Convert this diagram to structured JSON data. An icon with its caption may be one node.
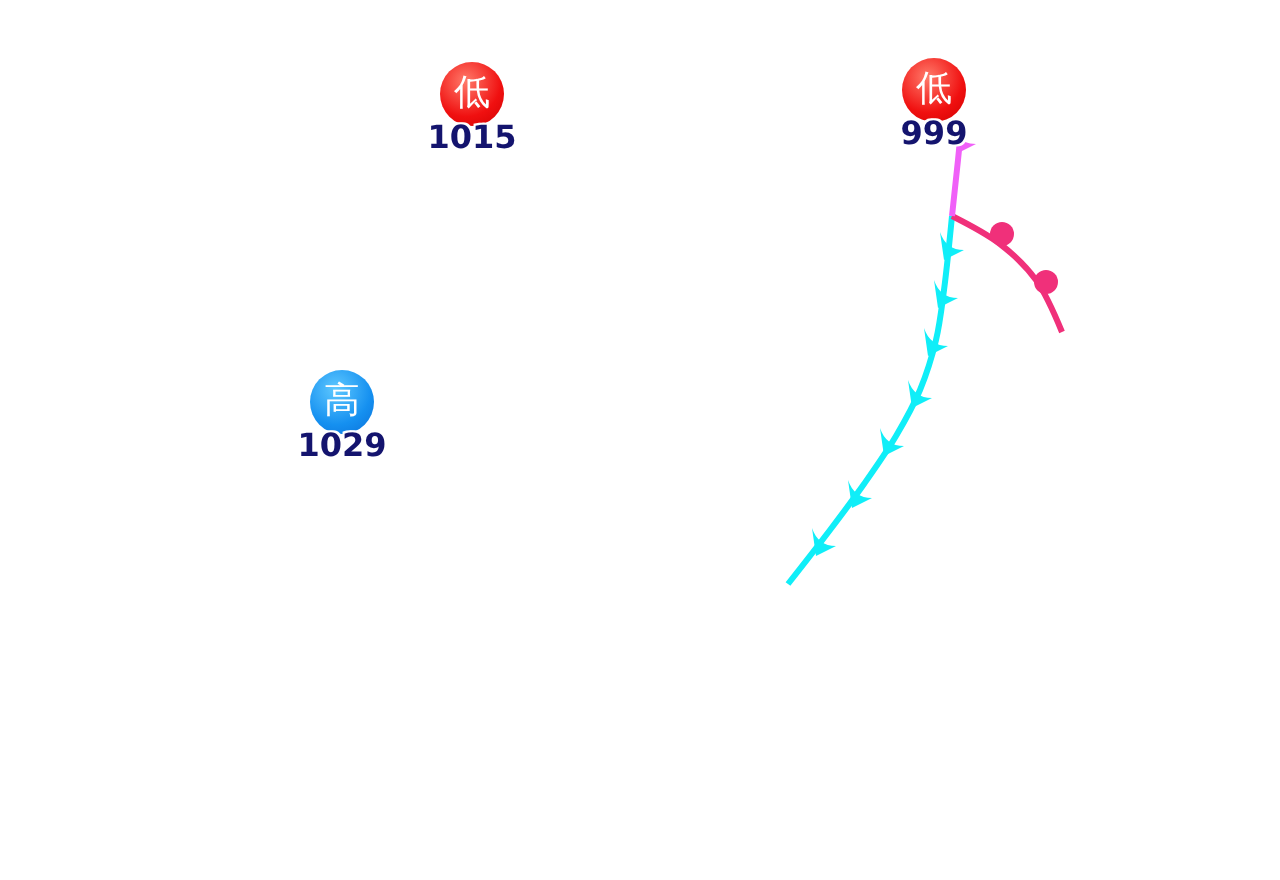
{
  "diagram": {
    "nodes": [
      {
        "text": [
          "低"
        ],
        "beside": [
          "1015"
        ]
      },
      {
        "text": [
          "低"
        ],
        "beside": [
          "999"
        ]
      },
      {
        "text": [
          "高"
        ],
        "beside": [
          "1029"
        ]
      }
    ]
  }
}
